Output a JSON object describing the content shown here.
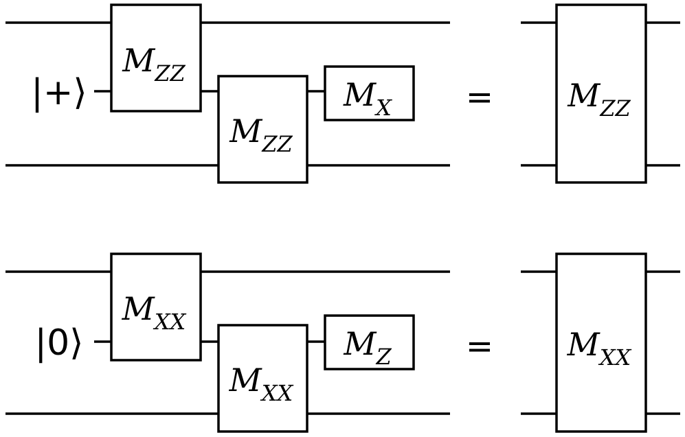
{
  "colors": {
    "line": "#000000",
    "background": "#ffffff"
  },
  "top": {
    "ancilla_state": "|+⟩",
    "gate1": {
      "base": "M",
      "sub": "ZZ"
    },
    "gate2": {
      "base": "M",
      "sub": "ZZ"
    },
    "gate3": {
      "base": "M",
      "sub": "X"
    },
    "equals": "=",
    "result": {
      "base": "M",
      "sub": "ZZ"
    }
  },
  "bottom": {
    "ancilla_state": "|0⟩",
    "gate1": {
      "base": "M",
      "sub": "XX"
    },
    "gate2": {
      "base": "M",
      "sub": "XX"
    },
    "gate3": {
      "base": "M",
      "sub": "Z"
    },
    "equals": "=",
    "result": {
      "base": "M",
      "sub": "XX"
    }
  }
}
